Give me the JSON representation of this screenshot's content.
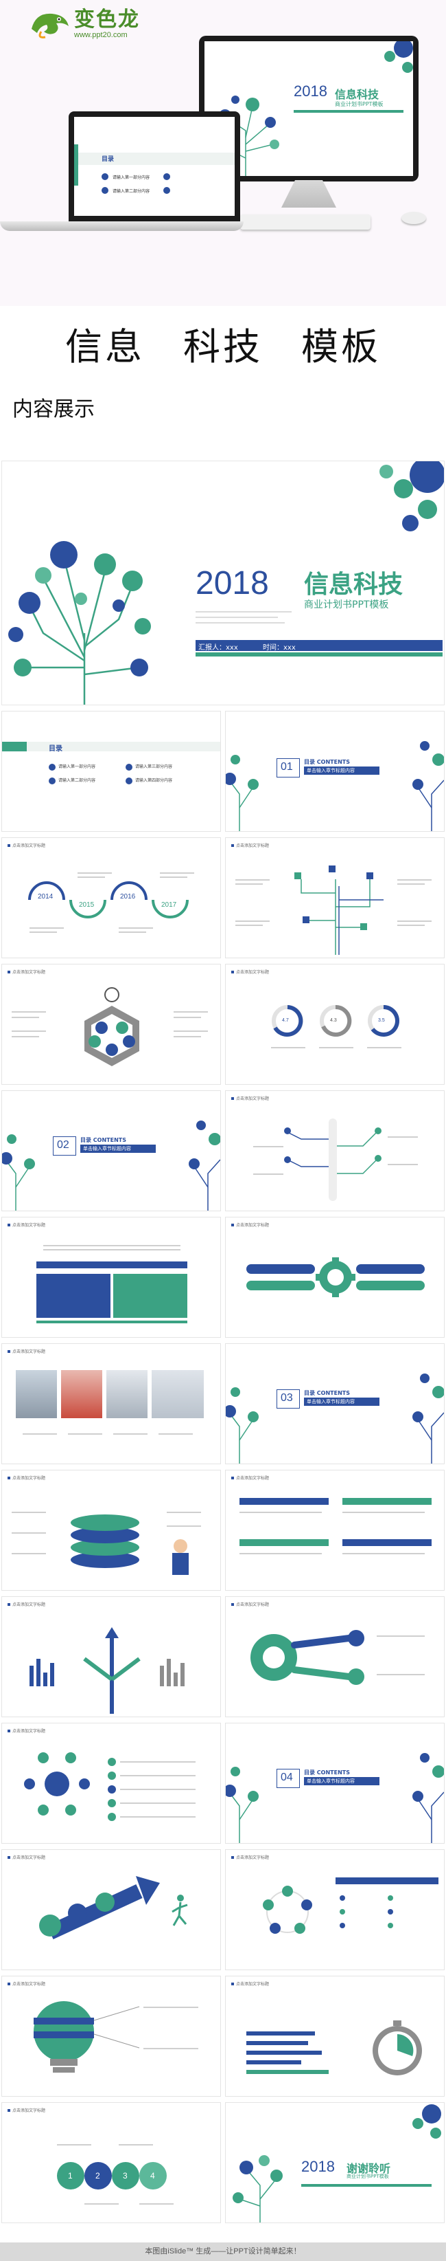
{
  "brand": {
    "name": "变色龙",
    "url": "www.ppt20.com",
    "accent_green": "#4a8d2a",
    "accent_blue": "#2c4f9e",
    "accent_teal": "#3ba283"
  },
  "hero": {
    "title_words": [
      "信息",
      "科技",
      "模板"
    ],
    "section_label": "内容展示"
  },
  "monitor_preview": {
    "year": "2018",
    "title": "信息科技",
    "subtitle": "商业计划书PPT模板"
  },
  "laptop_preview": {
    "heading": "目录",
    "items": [
      "请输入第一部分内容",
      "请输入第二部分内容"
    ]
  },
  "cover": {
    "year": "2018",
    "title": "信息科技",
    "subtitle": "商业计划书PPT模板",
    "presenter_label": "汇报人：xxx",
    "time_label": "时间：xxx"
  },
  "toc": {
    "heading": "目录",
    "items": [
      "请输入第一部分内容",
      "请输入第二部分内容",
      "请输入第三部分内容",
      "请输入第四部分内容"
    ]
  },
  "slide_header": "点击添加文字标题",
  "chapters": [
    {
      "num": "01",
      "label": "目录 CONTENTS",
      "title": "单击输入章节标题内容"
    },
    {
      "num": "02",
      "label": "目录 CONTENTS",
      "title": "单击输入章节标题内容"
    },
    {
      "num": "03",
      "label": "目录 CONTENTS",
      "title": "单击输入章节标题内容"
    },
    {
      "num": "04",
      "label": "目录 CONTENTS",
      "title": "单击输入章节标题内容"
    }
  ],
  "timeline": {
    "years": [
      "2014",
      "2015",
      "2016",
      "2017"
    ]
  },
  "percent_circles": [
    "4.7",
    "4.3",
    "3.5"
  ],
  "step_numbers": [
    "1",
    "2",
    "3",
    "4"
  ],
  "ending": {
    "year": "2018",
    "title": "谢谢聆听",
    "subtitle": "商业计划书PPT模板"
  },
  "footer": {
    "text": "本图由iSlide™ 生成——让PPT设计简单起来！"
  }
}
